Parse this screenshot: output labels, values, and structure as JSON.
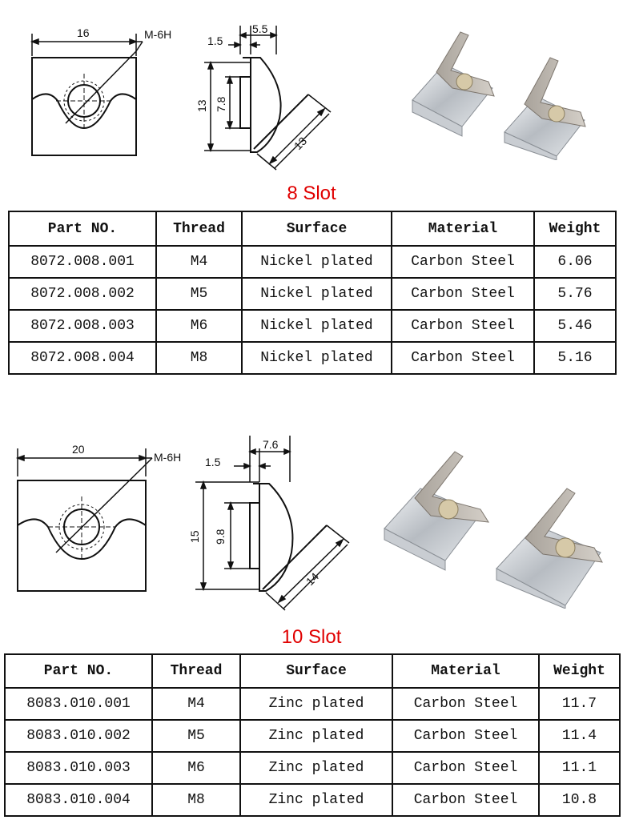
{
  "sections": [
    {
      "title": "8 Slot",
      "front_view": {
        "width_dim": "16",
        "thread_label": "M-6H"
      },
      "side_view": {
        "dim_top_left": "1.5",
        "dim_top_right": "5.5",
        "dim_height": "13",
        "dim_inner": "7.8",
        "dim_angle": "13"
      },
      "table": {
        "headers": [
          "Part NO.",
          "Thread",
          "Surface",
          "Material",
          "Weight"
        ],
        "rows": [
          [
            "8072.008.001",
            "M4",
            "Nickel plated",
            "Carbon Steel",
            "6.06"
          ],
          [
            "8072.008.002",
            "M5",
            "Nickel plated",
            "Carbon Steel",
            "5.76"
          ],
          [
            "8072.008.003",
            "M6",
            "Nickel plated",
            "Carbon Steel",
            "5.46"
          ],
          [
            "8072.008.004",
            "M8",
            "Nickel plated",
            "Carbon Steel",
            "5.16"
          ]
        ]
      }
    },
    {
      "title": "10 Slot",
      "front_view": {
        "width_dim": "20",
        "thread_label": "M-6H"
      },
      "side_view": {
        "dim_top_left": "1.5",
        "dim_top_right": "7.6",
        "dim_height": "15",
        "dim_inner": "9.8",
        "dim_angle": "14"
      },
      "table": {
        "headers": [
          "Part NO.",
          "Thread",
          "Surface",
          "Material",
          "Weight"
        ],
        "rows": [
          [
            "8083.010.001",
            "M4",
            "Zinc plated",
            "Carbon Steel",
            "11.7"
          ],
          [
            "8083.010.002",
            "M5",
            "Zinc plated",
            "Carbon Steel",
            "11.4"
          ],
          [
            "8083.010.003",
            "M6",
            "Zinc plated",
            "Carbon Steel",
            "11.1"
          ],
          [
            "8083.010.004",
            "M8",
            "Zinc plated",
            "Carbon Steel",
            "10.8"
          ]
        ]
      }
    }
  ]
}
